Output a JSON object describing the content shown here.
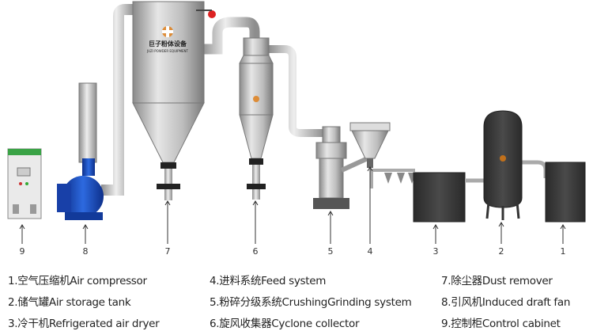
{
  "logo": {
    "cn": "巨子粉体设备",
    "en": "JUZI POWDER EQUIPMENT"
  },
  "callouts": [
    "9",
    "8",
    "7",
    "6",
    "5",
    "4",
    "3",
    "2",
    "1"
  ],
  "legend": [
    "1.空气压缩机Air compressor",
    "2.储气罐Air storage tank",
    "3.冷干机Refrigerated air dryer",
    "4.进料系统Feed system",
    "5.粉碎分级系统CrushingGrinding system",
    "6.旋风收集器Cyclone collector",
    "7.除尘器Dust remover",
    "8.引风机Induced draft fan",
    "9.控制柜Control cabinet"
  ],
  "colors": {
    "steel": "#b9b9b9",
    "fan": "#1f56c8",
    "dark_box": "#3a3a3a",
    "logo": "#e07a10",
    "cabinet_band": "#3aa346"
  }
}
